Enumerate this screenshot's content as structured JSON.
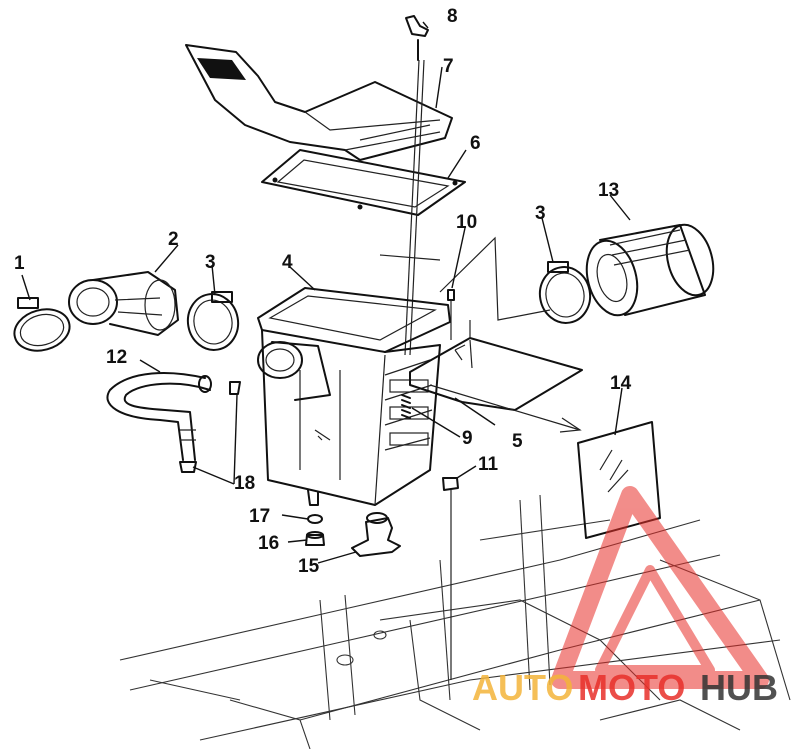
{
  "diagram": {
    "callouts": [
      {
        "id": "c1",
        "text": "1"
      },
      {
        "id": "c2",
        "text": "2"
      },
      {
        "id": "c3a",
        "text": "3"
      },
      {
        "id": "c3b",
        "text": "3"
      },
      {
        "id": "c4",
        "text": "4"
      },
      {
        "id": "c5",
        "text": "5"
      },
      {
        "id": "c6",
        "text": "6"
      },
      {
        "id": "c7",
        "text": "7"
      },
      {
        "id": "c8",
        "text": "8"
      },
      {
        "id": "c9",
        "text": "9"
      },
      {
        "id": "c10",
        "text": "10"
      },
      {
        "id": "c11",
        "text": "11"
      },
      {
        "id": "c12",
        "text": "12"
      },
      {
        "id": "c13",
        "text": "13"
      },
      {
        "id": "c14",
        "text": "14"
      },
      {
        "id": "c15",
        "text": "15"
      },
      {
        "id": "c16",
        "text": "16"
      },
      {
        "id": "c17",
        "text": "17"
      },
      {
        "id": "c18",
        "text": "18"
      }
    ]
  },
  "watermark": {
    "part1": "AUTO",
    "part2": "MOTO",
    "part3": "HUB",
    "colors": {
      "triangle": "#e8302a",
      "auto": "#f4b43a",
      "moto": "#e8302a",
      "hub": "#333333"
    }
  }
}
